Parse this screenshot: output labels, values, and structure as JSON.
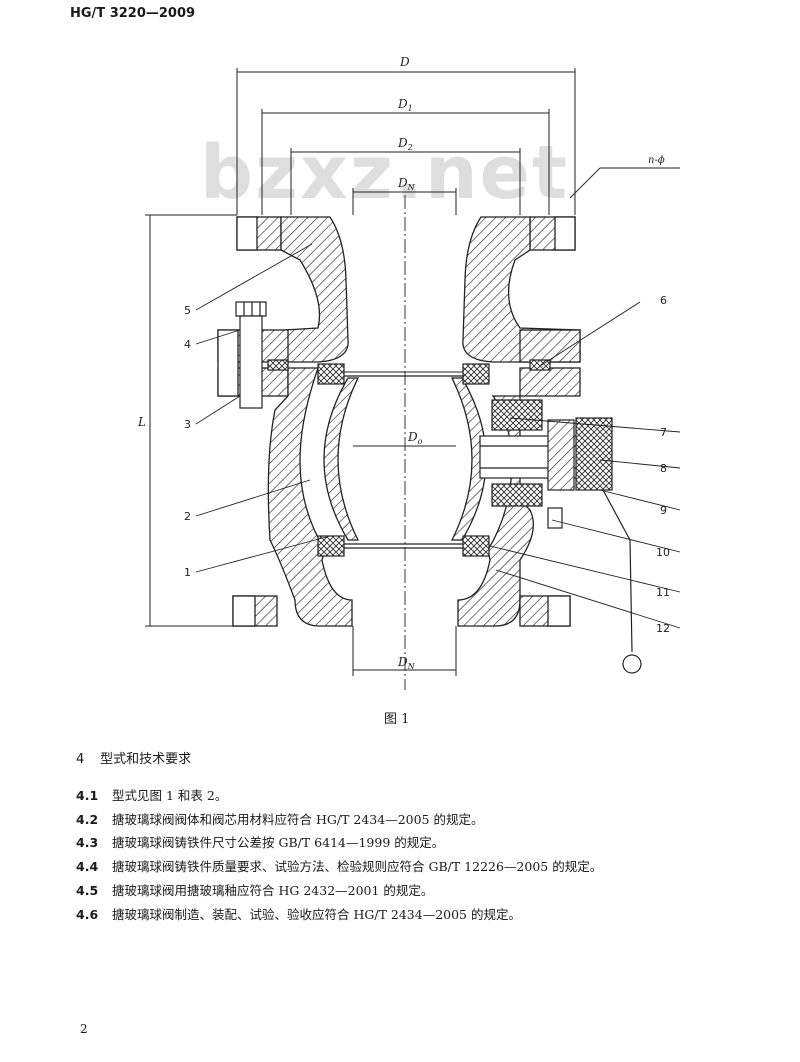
{
  "header": {
    "standard_code": "HG/T 3220—2009"
  },
  "watermark": "bzxz.net",
  "figure": {
    "caption": "图 1",
    "dimension_labels": {
      "D": "D",
      "D1": "D",
      "D1_sub": "1",
      "D2": "D",
      "D2_sub": "2",
      "DN_top": "D",
      "DN_top_sub": "N",
      "Do": "D",
      "Do_sub": "o",
      "DN_bottom": "D",
      "DN_bottom_sub": "N",
      "L": "L",
      "n_phi": "n-ϕ"
    },
    "callouts": [
      "1",
      "2",
      "3",
      "4",
      "5",
      "6",
      "7",
      "8",
      "9",
      "10",
      "11",
      "12"
    ]
  },
  "section": {
    "number": "4",
    "title": "型式和技术要求"
  },
  "clauses": [
    {
      "number": "4.1",
      "text": "型式见图 1 和表 2。"
    },
    {
      "number": "4.2",
      "text": "搪玻璃球阀阀体和阀芯用材料应符合 HG/T 2434—2005 的规定。"
    },
    {
      "number": "4.3",
      "text": "搪玻璃球阀铸铁件尺寸公差按 GB/T 6414—1999 的规定。"
    },
    {
      "number": "4.4",
      "text": "搪玻璃球阀铸铁件质量要求、试验方法、检验规则应符合 GB/T 12226—2005 的规定。"
    },
    {
      "number": "4.5",
      "text": "搪玻璃球阀用搪玻璃釉应符合 HG 2432—2001 的规定。"
    },
    {
      "number": "4.6",
      "text": "搪玻璃球阀制造、装配、试验、验收应符合 HG/T 2434—2005 的规定。"
    }
  ],
  "page_number": "2"
}
